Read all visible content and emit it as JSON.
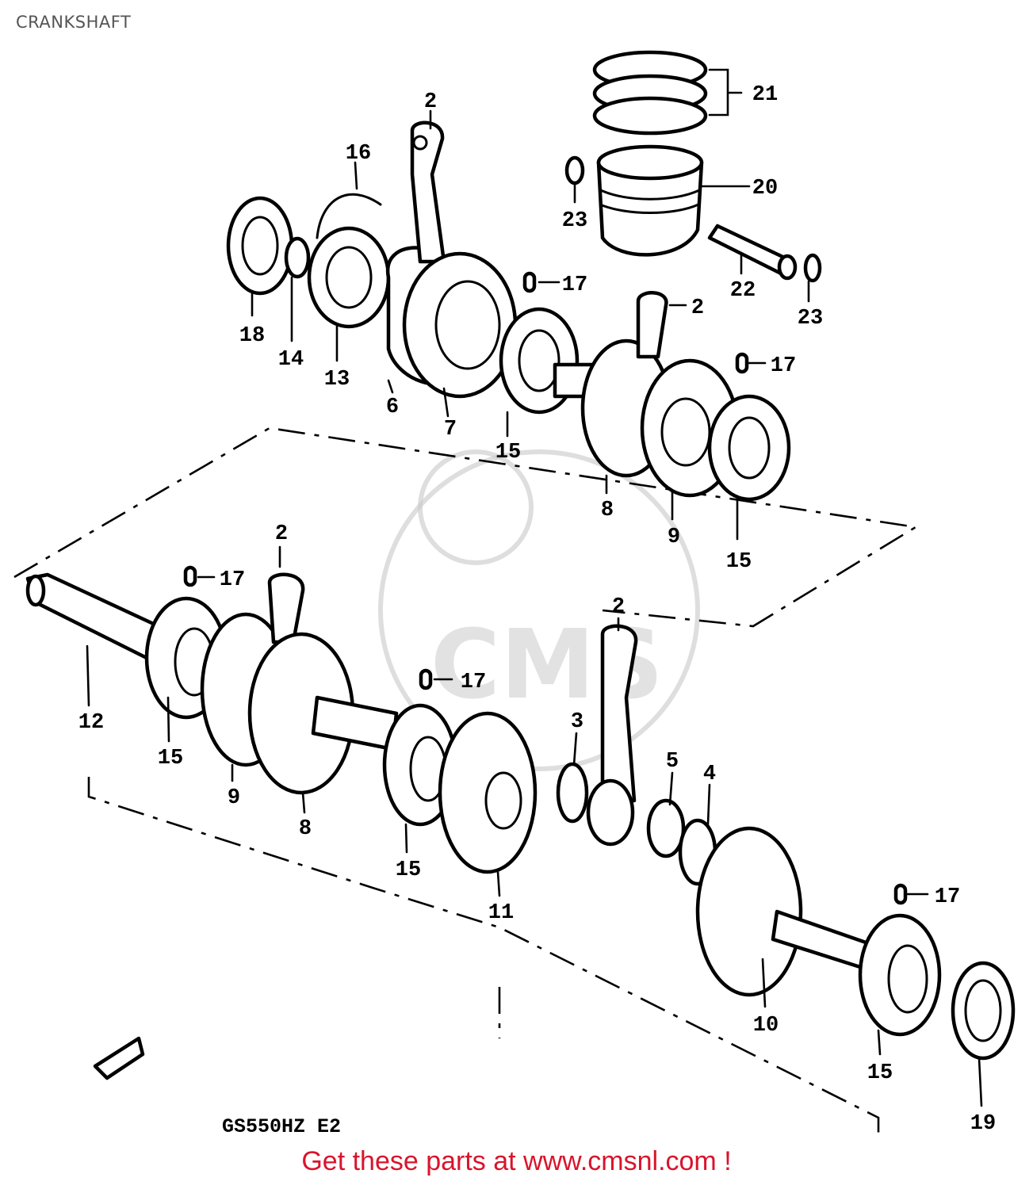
{
  "page": {
    "title": "CRANKSHAFT"
  },
  "diagram": {
    "model_code": "GS550HZ E2",
    "callouts": {
      "c2a": "2",
      "c2b": "2",
      "c2c": "2",
      "c2d": "2",
      "c3": "3",
      "c4": "4",
      "c5": "5",
      "c6": "6",
      "c7": "7",
      "c8a": "8",
      "c8b": "8",
      "c9a": "9",
      "c9b": "9",
      "c10": "10",
      "c11": "11",
      "c12": "12",
      "c13": "13",
      "c14": "14",
      "c15a": "15",
      "c15b": "15",
      "c15c": "15",
      "c15d": "15",
      "c15e": "15",
      "c16": "16",
      "c17a": "17",
      "c17b": "17",
      "c17c": "17",
      "c17d": "17",
      "c17e": "17",
      "c18": "18",
      "c19": "19",
      "c20": "20",
      "c21": "21",
      "c22": "22",
      "c23a": "23",
      "c23b": "23"
    },
    "watermark": "CMS"
  },
  "footer": {
    "link_text": "Get these parts at www.cmsnl.com !"
  }
}
